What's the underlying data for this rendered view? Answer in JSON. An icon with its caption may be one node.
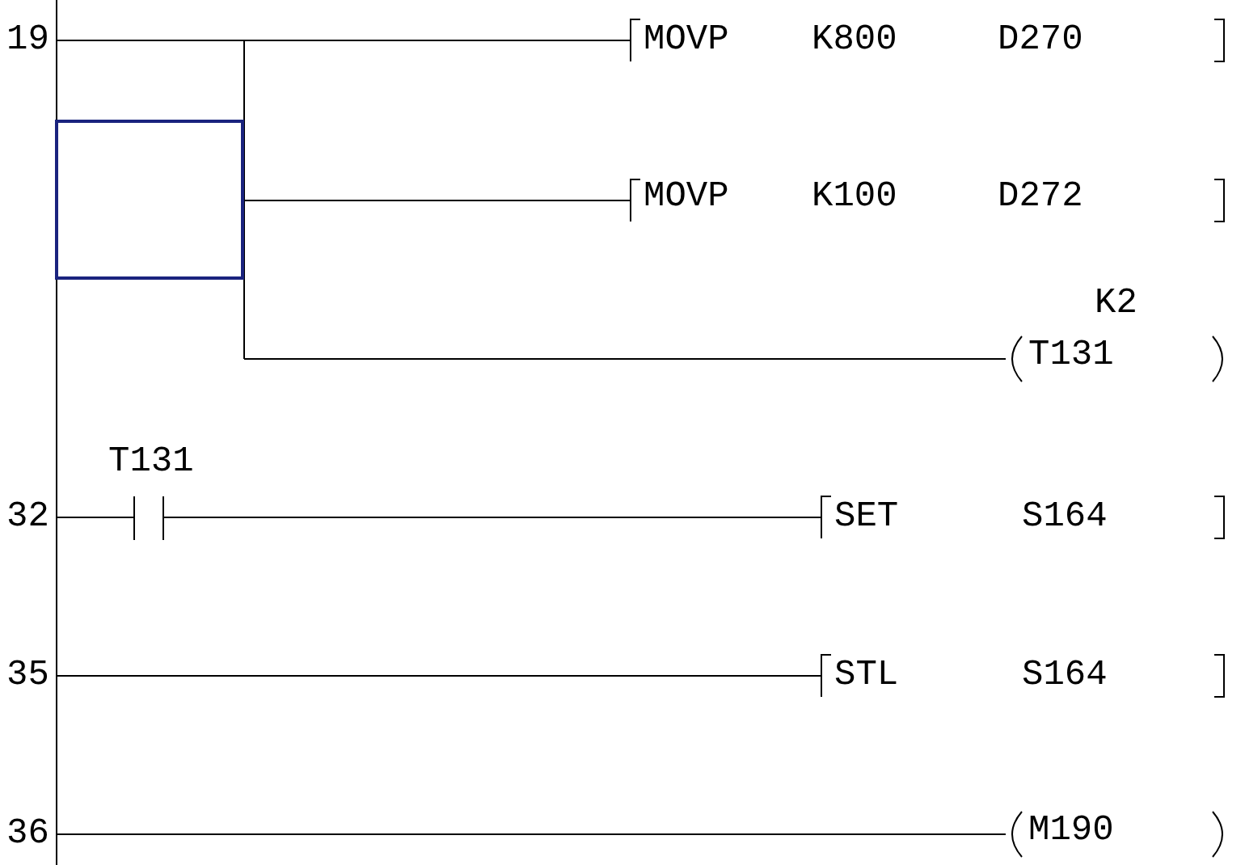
{
  "diagram": {
    "nodes": [
      {
        "text": [],
        "shape": "box"
      }
    ],
    "labels": [
      "19",
      "MOVP",
      "K800",
      "D270",
      "MOVP",
      "K100",
      "D272",
      "K2",
      "T131",
      "T131",
      "32",
      "SET",
      "S164",
      "35",
      "STL",
      "S164",
      "36",
      "M190"
    ]
  }
}
